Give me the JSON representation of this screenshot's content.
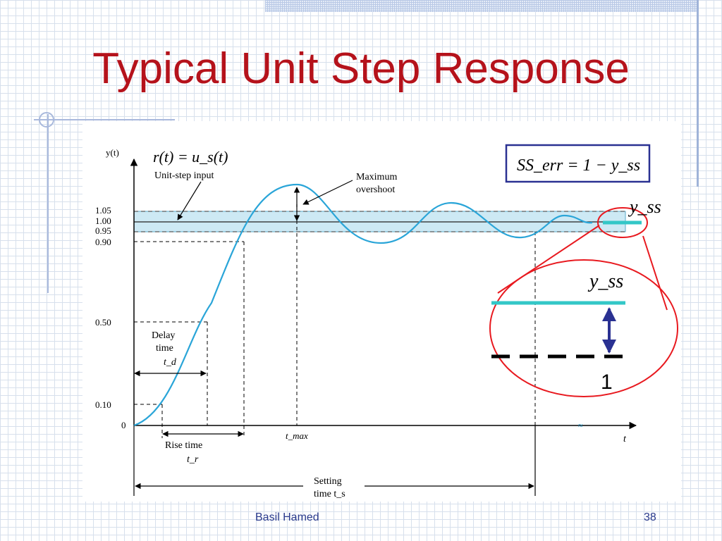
{
  "slide": {
    "title": "Typical Unit Step Response",
    "author": "Basil Hamed",
    "page_number": "38"
  },
  "figure": {
    "y_axis_label": "y(t)",
    "x_axis_label": "t",
    "y_ticks": [
      "1.05",
      "1.00",
      "0.95",
      "0.90",
      "0.50",
      "0.10",
      "0"
    ],
    "input_formula": "r(t) = u_s(t)",
    "input_label": "Unit-step input",
    "max_overshoot_label_line1": "Maximum",
    "max_overshoot_label_line2": "overshoot",
    "t_max_label": "t_max",
    "delay_time_line1": "Delay",
    "delay_time_line2": "time",
    "delay_time_symbol": "t_d",
    "rise_time_line1": "Rise time",
    "rise_time_symbol": "t_r",
    "settling_time_line1": "Setting",
    "settling_time_line2": "time t_s",
    "ss_err_formula": "SS_err = 1 − y_ss",
    "y_ss_label": "y_ss",
    "zoom_one_label": "1"
  },
  "colors": {
    "title": "#b5121b",
    "response_curve": "#2aa5d8",
    "tolerance_band": "#cde9f4",
    "callout": "#e8191f",
    "yss_line": "#33c7c7",
    "arrow": "#2a3192",
    "formula_border": "#2a3192",
    "footer": "#2a3a8c"
  }
}
